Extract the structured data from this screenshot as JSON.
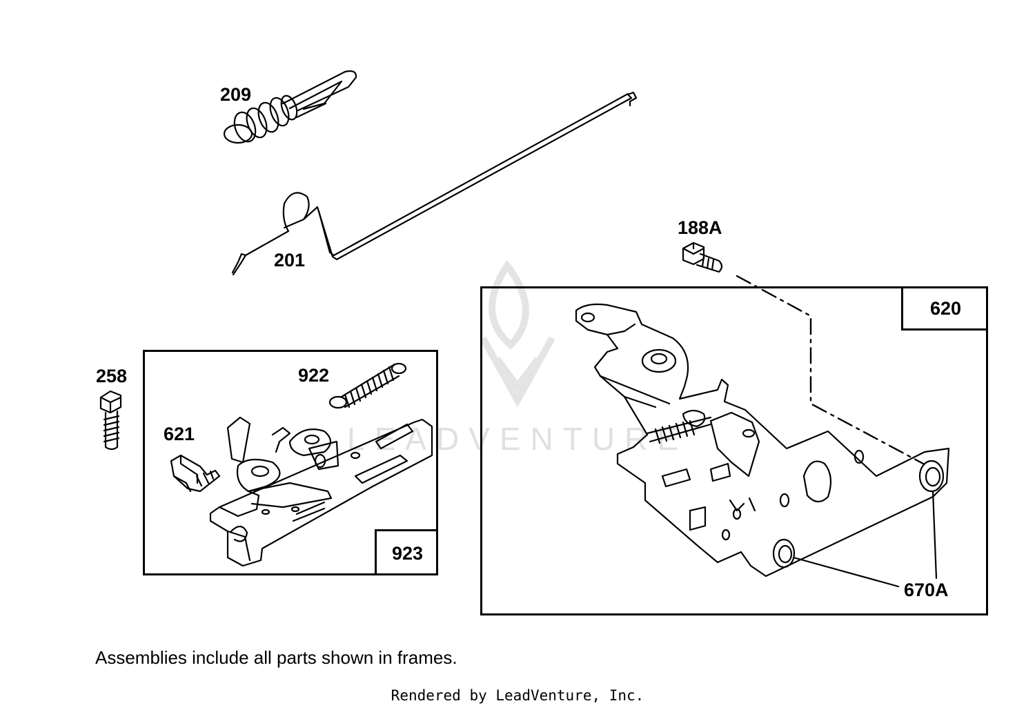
{
  "callouts": {
    "p209": "209",
    "p201": "201",
    "p188a": "188A",
    "p258": "258",
    "p922": "922",
    "p621": "621",
    "p670a": "670A"
  },
  "frames": {
    "assembly_923": {
      "tag": "923"
    },
    "assembly_620": {
      "tag": "620"
    }
  },
  "footnote": "Assemblies include all parts shown in frames.",
  "credit": "Rendered by LeadVenture, Inc.",
  "watermark": {
    "text": "LEADVENTURE",
    "color": "#d9d9d9"
  },
  "colors": {
    "line": "#000000",
    "background": "#ffffff"
  }
}
